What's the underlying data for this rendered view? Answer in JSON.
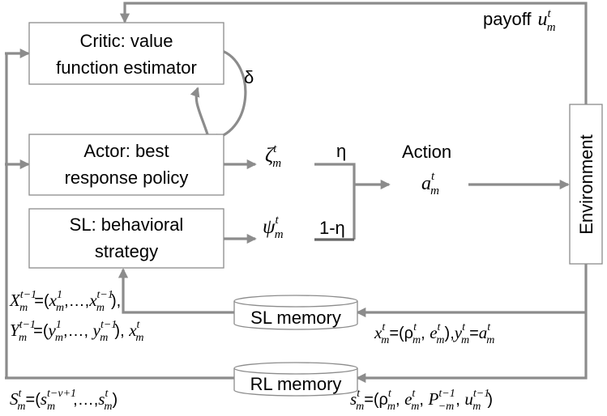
{
  "nodes": {
    "critic": {
      "line1": "Critic: value",
      "line2": "function estimator"
    },
    "actor": {
      "line1": "Actor: best",
      "line2": "response policy"
    },
    "sl": {
      "line1": "SL: behavioral",
      "line2": "strategy"
    },
    "environment": {
      "label": "Environment"
    },
    "sl_memory": {
      "label": "SL memory"
    },
    "rl_memory": {
      "label": "RL memory"
    },
    "action": {
      "label": "Action"
    }
  },
  "labels": {
    "payoff_word": "payoff",
    "delta": "δ",
    "eta": "η",
    "one_minus_eta": "1-η"
  }
}
